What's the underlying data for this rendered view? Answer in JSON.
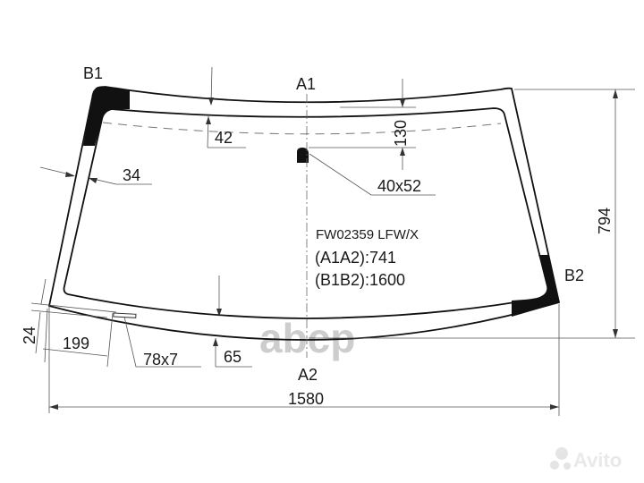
{
  "points": {
    "b1": "B1",
    "b2": "B2",
    "a1": "A1",
    "a2": "A2"
  },
  "dimensions": {
    "width": "1580",
    "height": "794",
    "top_band": "42",
    "sensor_offset": "130",
    "sensor_size": "40x52",
    "side_band": "34",
    "corner_offset": "24",
    "vin_offset": "199",
    "vin_window": "78x7",
    "bottom_band": "65"
  },
  "info": {
    "code": "FW02359 LFW/X",
    "a1a2": "(A1A2):741",
    "b1b2": "(B1B2):1600"
  },
  "watermarks": {
    "center": "аbср",
    "corner": "Avito"
  },
  "colors": {
    "line": "#111111",
    "dimension": "#555555",
    "watermark": "#9a9a9a"
  }
}
